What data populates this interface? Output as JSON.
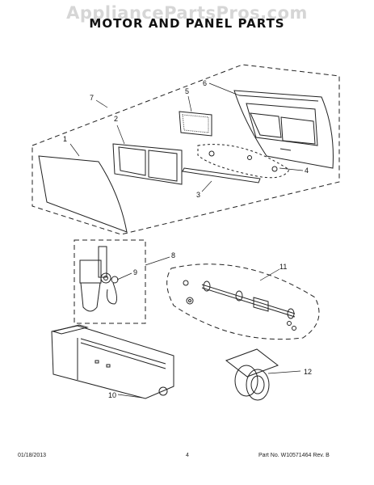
{
  "watermark": "AppliancePartsPros.com",
  "title": "MOTOR AND PANEL PARTS",
  "callouts": [
    "1",
    "2",
    "3",
    "4",
    "5",
    "6",
    "7",
    "8",
    "9",
    "10",
    "11",
    "12"
  ],
  "footer": {
    "date": "01/18/2013",
    "page": "4",
    "part_no": "Part No. W10571464  Rev. B"
  }
}
